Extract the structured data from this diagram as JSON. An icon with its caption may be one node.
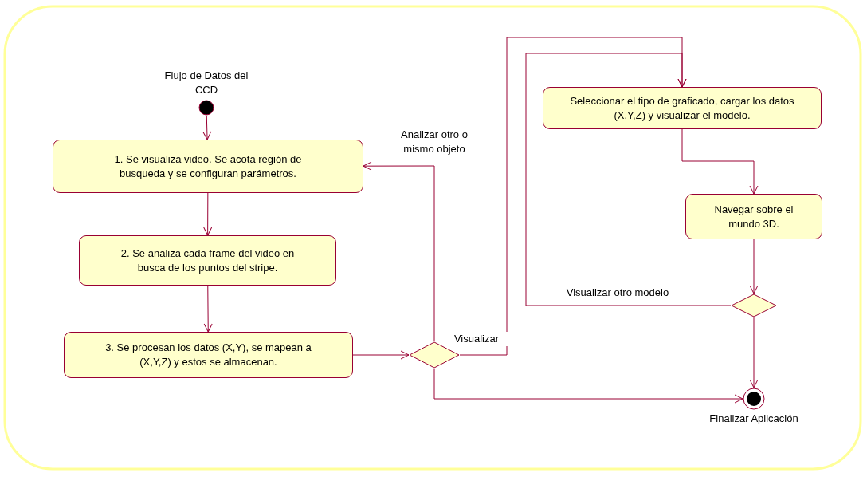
{
  "diagram": {
    "nodes": [
      {
        "text": [],
        "shape": "circle",
        "beside": [
          "Flujo de Datos del CCD"
        ]
      },
      {
        "text": [
          "1. Se visualiza video. Se acota región de busqueda y se configuran parámetros."
        ]
      },
      {
        "text": [
          "2. Se analiza cada frame del video en busca de los puntos del stripe."
        ]
      },
      {
        "text": [
          "3. Se procesan los datos (X,Y), se mapean a (X,Y,Z) y estos se almacenan."
        ]
      },
      {
        "text": [],
        "shape": "diamond"
      },
      {
        "text": [
          "Seleccionar el tipo de graficado, cargar los datos (X,Y,Z) y visualizar el modelo."
        ]
      },
      {
        "text": [
          "Navegar sobre el mundo 3D."
        ]
      },
      {
        "text": [],
        "shape": "diamond"
      },
      {
        "text": [],
        "shape": "bullseye",
        "beside": [
          "Finalizar Aplicación"
        ]
      }
    ],
    "edges": [
      {
        "from": 0,
        "to": 1,
        "arrow": "to"
      },
      {
        "from": 1,
        "to": 2,
        "arrow": "to"
      },
      {
        "from": 2,
        "to": 3,
        "arrow": "to"
      },
      {
        "from": 3,
        "to": 4,
        "arrow": "to"
      },
      {
        "from": 4,
        "to": 1,
        "arrow": "to",
        "label": "Analizar otro o mismo objeto"
      },
      {
        "from": 4,
        "to": 5,
        "arrow": "to",
        "label": "Visualizar"
      },
      {
        "from": 4,
        "to": 8,
        "arrow": "to"
      },
      {
        "from": 5,
        "to": 6,
        "arrow": "to"
      },
      {
        "from": 6,
        "to": 7,
        "arrow": "to"
      },
      {
        "from": 7,
        "to": 5,
        "arrow": "to",
        "label": "Visualizar otro modelo"
      },
      {
        "from": 7,
        "to": 8,
        "arrow": "to"
      }
    ]
  }
}
